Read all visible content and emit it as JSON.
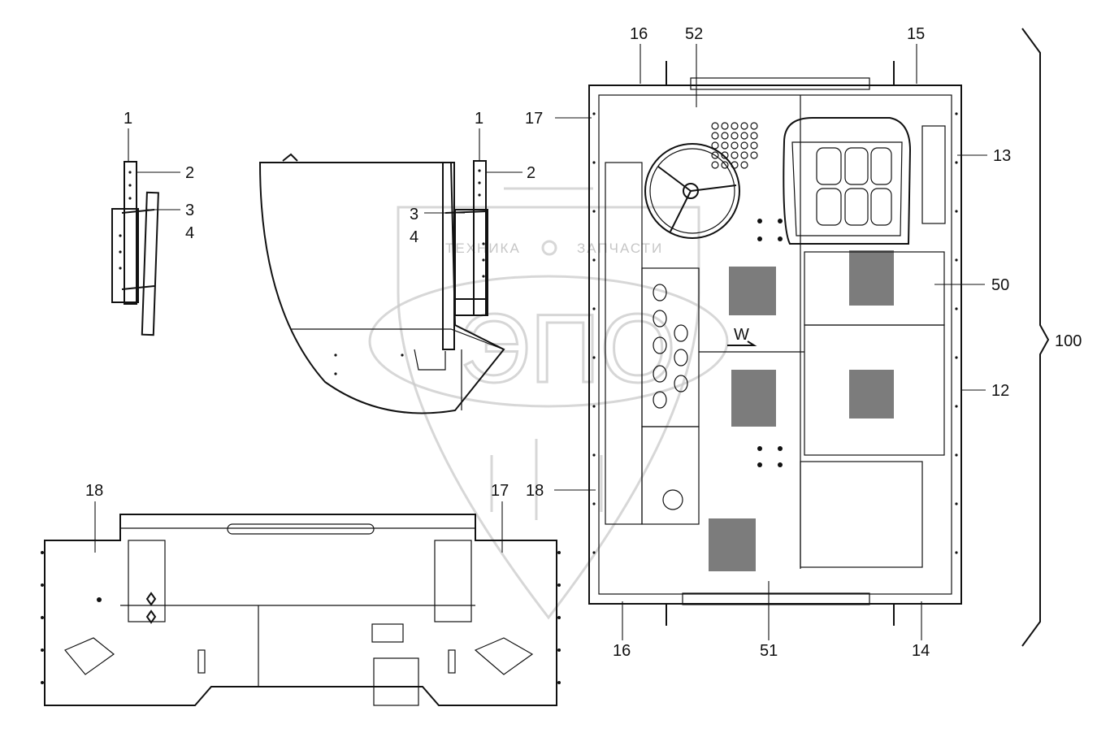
{
  "callouts": {
    "c1a": "1",
    "c2a": "2",
    "c3a": "3",
    "c4a": "4",
    "c1b": "1",
    "c2b": "2",
    "c3b": "3",
    "c4b": "4",
    "c16t": "16",
    "c52": "52",
    "c15": "15",
    "c17r": "17",
    "c13": "13",
    "c50": "50",
    "c100": "100",
    "c12": "12",
    "c16b": "16",
    "c51": "51",
    "c14": "14",
    "c18l": "18",
    "c17b": "17",
    "c18b": "18"
  },
  "watermark": {
    "left_word": "ТЕХНИКА",
    "right_word": "ЗАПЧАСТИ",
    "logo": "ЭПО"
  },
  "view_label": "W",
  "colors": {
    "line": "#111111",
    "watermark": "#c9c9c9",
    "background": "#ffffff"
  }
}
